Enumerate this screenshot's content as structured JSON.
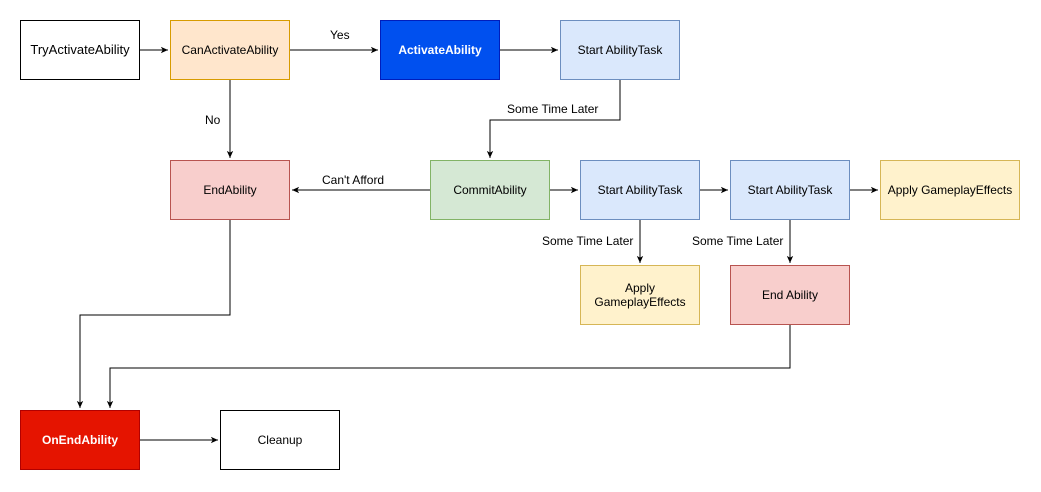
{
  "colors": {
    "white_fill": "#ffffff",
    "orange_fill": "#ffe6cc",
    "orange_stroke": "#d79b00",
    "blue_fill": "#0050ef",
    "blue_stroke": "#001dbc",
    "lightblue_fill": "#dae8fc",
    "lightblue_stroke": "#6c8ebf",
    "red_fill": "#f8cecc",
    "red_stroke": "#b85450",
    "green_fill": "#d5e8d4",
    "green_stroke": "#82b366",
    "yellow_fill": "#fff2cc",
    "yellow_stroke": "#d6b656",
    "darkred_fill": "#e51400",
    "darkred_stroke": "#b20000"
  },
  "nodes": {
    "try_activate": "TryActivateAbility",
    "can_activate": "CanActivateAbility",
    "activate": "ActivateAbility",
    "start_task_1": "Start AbilityTask",
    "end_ability": "EndAbility",
    "commit": "CommitAbility",
    "start_task_2": "Start AbilityTask",
    "start_task_3": "Start AbilityTask",
    "apply_effects_1": "Apply GameplayEffects",
    "apply_effects_2": "Apply GameplayEffects",
    "end_ability_2": "End Ability",
    "on_end": "OnEndAbility",
    "cleanup": "Cleanup"
  },
  "edge_labels": {
    "yes": "Yes",
    "no": "No",
    "some_time_later_1": "Some Time Later",
    "cant_afford": "Can't Afford",
    "some_time_later_2": "Some Time Later",
    "some_time_later_3": "Some Time Later"
  }
}
